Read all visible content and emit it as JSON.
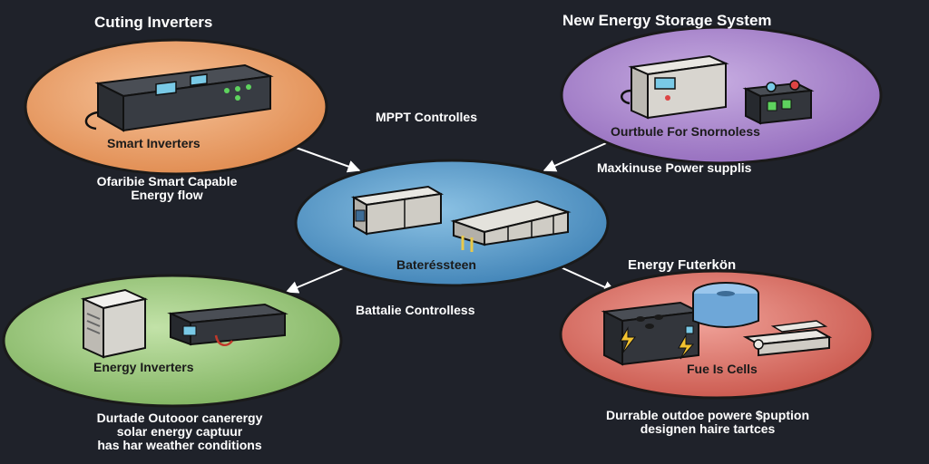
{
  "colors": {
    "background": "#1f222a",
    "orange": "#e9a06a",
    "purple": "#a987c9",
    "blue": "#5a9cc8",
    "green": "#9ec883",
    "red": "#d97469",
    "arrow": "#ffffff"
  },
  "titles": {
    "top_left": "Cuting Inverters",
    "top_right": "New Energy Storage System",
    "bottom_right": "Energy Futerkön"
  },
  "nodes": {
    "smart_inverters": {
      "label": "Smart Inverters",
      "icon": "inverter-box-icon"
    },
    "storage": {
      "label": "Ourtbule For Snornoless",
      "icon": "storage-cabinet-icon"
    },
    "battery": {
      "label": "Bateréssteen",
      "icon": "battery-pack-icon"
    },
    "energy_inverters": {
      "label": "Energy Inverters",
      "icon": "server-tower-icon"
    },
    "fuel_cells": {
      "label": "Fue Is Cells",
      "icon": "fuel-cell-icon"
    }
  },
  "edge_labels": {
    "mppt": "MPPT Controlles",
    "max_power": "Maxkinuse Power supplis",
    "battalie": "Battalie Controlless"
  },
  "captions": {
    "smart_inverters": [
      "Ofaribie Smart Capable",
      "Energy flow"
    ],
    "energy_inverters": [
      "Durtade Outooor canerergy",
      "solar energy captuur",
      "has har weather conditions"
    ],
    "fuel_cells": [
      "Durrable outdoe powere $puption",
      "designen haire tartces"
    ]
  }
}
